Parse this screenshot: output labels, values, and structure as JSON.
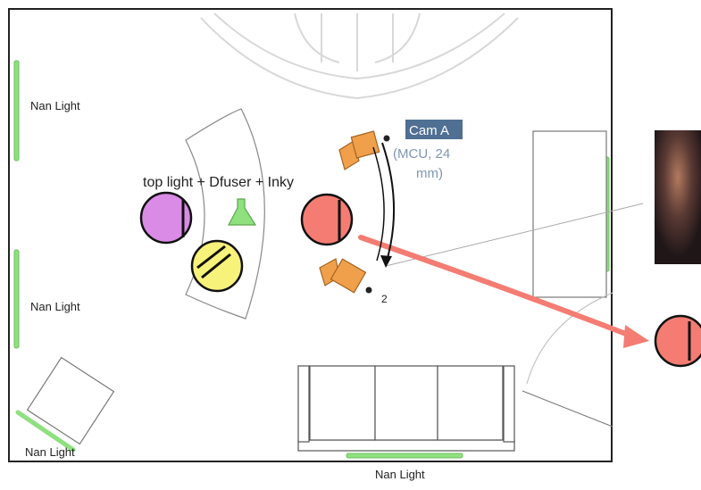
{
  "labels": {
    "nan_light_left_top": "Nan Light",
    "nan_light_left_mid": "Nan Light",
    "nan_light_bottom_left": "Nan Light",
    "nan_light_bottom": "Nan Light",
    "light_group": "top light + Dfuser + Inky",
    "cam_a": "Cam A",
    "cam_lens_line1": "(MCU, 24",
    "cam_lens_line2": "mm)",
    "cam_position_2": "2"
  },
  "colors": {
    "nan_light": "#8fe07f",
    "top_light": "#d98be6",
    "diffuser_light": "#f7f27a",
    "inky": "#f47c72",
    "camera": "#f0a04b",
    "move_arrow": "#f47c72",
    "cam_label_bg": "#4f6f93",
    "cam_lens_text": "#7e96b5",
    "walls": "#222222",
    "furniture": "#777777",
    "watermark": "#c9c9c9"
  },
  "icons": {
    "camera": "video-camera-icon",
    "diffuser": "flask-diffuser-icon",
    "light": "light-head-icon"
  }
}
